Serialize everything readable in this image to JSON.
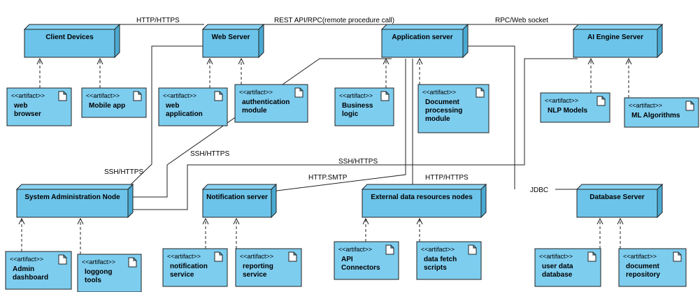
{
  "nodes": {
    "client_devices": "Client Devices",
    "web_server": "Web Server",
    "application_server": "Application server",
    "ai_engine_server": "AI Engine Server",
    "system_admin_node": "System Administration Node",
    "notification_server": "Notification server",
    "external_data_nodes": "External data resources nodes",
    "database_server": "Database Server"
  },
  "stereotype": "<<artifact>>",
  "artifacts": {
    "web_browser": [
      "web",
      "browser"
    ],
    "mobile_app": [
      "Mobile app"
    ],
    "web_application": [
      "web",
      "application"
    ],
    "authentication_module": [
      "authentication",
      "module"
    ],
    "business_logic": [
      "Business",
      "logic"
    ],
    "document_processing": [
      "Document",
      "processing",
      "module"
    ],
    "nlp_models": [
      "NLP Models"
    ],
    "ml_algorithms": [
      "ML Algorithms"
    ],
    "admin_dashboard": [
      "Admin",
      "dashboard"
    ],
    "logging_tools": [
      "loggong",
      "tools"
    ],
    "notification_service": [
      "notification",
      "service"
    ],
    "reporting_service": [
      "reporting",
      "service"
    ],
    "api_connectors": [
      "API",
      "Connectors"
    ],
    "data_fetch_scripts": [
      "data fetch",
      "scripts"
    ],
    "user_data_database": [
      "user data",
      "database"
    ],
    "document_repository": [
      "document",
      "repository"
    ]
  },
  "connections": {
    "client_web": "HTTP/HTTPS",
    "web_app": "REST API/RPC(remote procedure call)",
    "app_ai": "RPC/Web socket",
    "admin_web": "SSH/HTTPS",
    "admin_app": "SSH/HTTPS",
    "admin_ai": "SSH/HTTPS",
    "app_notification": "HTTP.SMTP",
    "app_external": "HTTP/HTTPS",
    "app_database": "JDBC"
  }
}
